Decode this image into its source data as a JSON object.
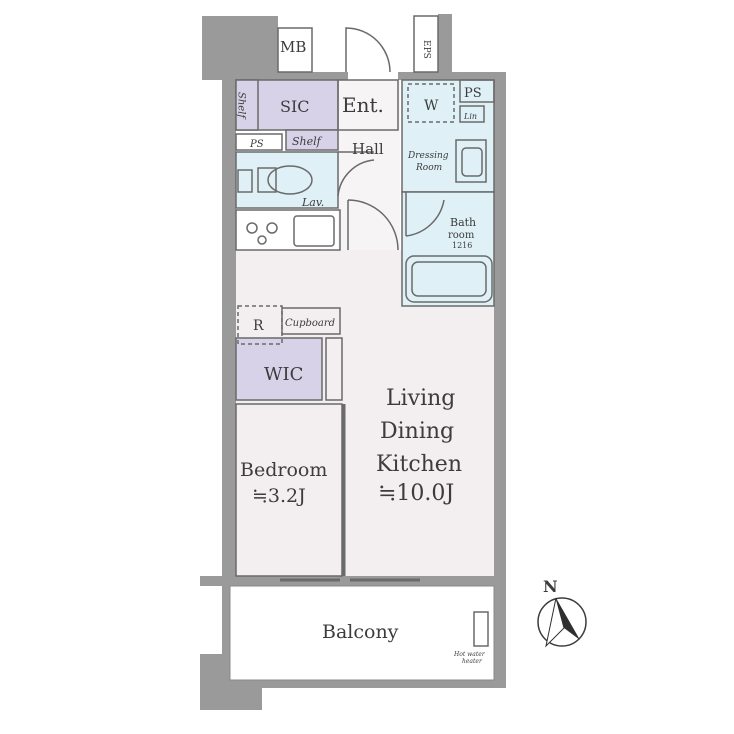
{
  "rooms": {
    "mb": "MB",
    "eps": "EPS",
    "ps_top": "PS",
    "sic": "SIC",
    "shelf_left": "Shelf",
    "shelf": "Shelf",
    "ps_small": "PS",
    "ent": "Ent.",
    "hall": "Hall",
    "w": "W",
    "lin": "Lin",
    "dressing_line1": "Dressing",
    "dressing_line2": "Room",
    "lav": "Lav.",
    "bath_line1": "Bath",
    "bath_line2": "room",
    "bath_size": "1216",
    "r": "R",
    "cupboard": "Cupboard",
    "wic": "WIC",
    "bedroom": "Bedroom",
    "bedroom_size": "≒3.2J",
    "ldk_line1": "Living",
    "ldk_line2": "Dining",
    "ldk_line3": "Kitchen",
    "ldk_size": "≒10.0J",
    "balcony": "Balcony",
    "heater_line1": "Hot water",
    "heater_line2": "heater"
  },
  "compass": {
    "north": "N"
  },
  "colors": {
    "wall": "#9a9a9a",
    "floor": "#f3eef0",
    "storage": "#d8d2e8",
    "wet": "#dff0f6",
    "line": "#6a6a6a"
  }
}
